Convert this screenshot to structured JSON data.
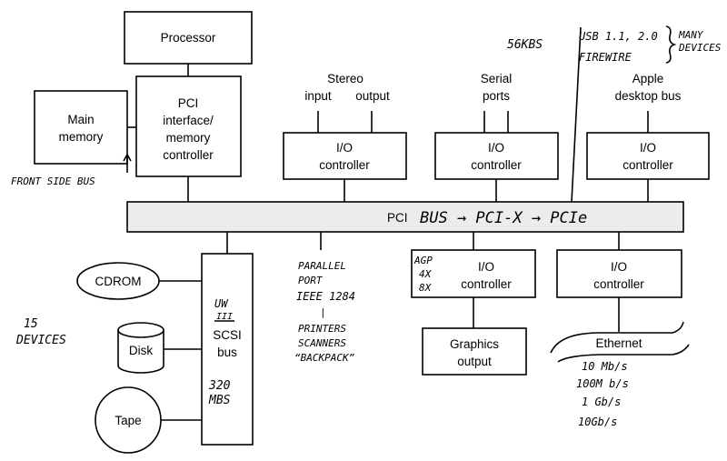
{
  "boxes": {
    "processor": "Processor",
    "main_memory": [
      "Main",
      "memory"
    ],
    "pci_controller": [
      "PCI",
      "interface/",
      "memory",
      "controller"
    ],
    "io_controller": [
      "I/O",
      "controller"
    ],
    "graphics_output": [
      "Graphics",
      "output"
    ],
    "cdrom": "CDROM",
    "disk": "Disk",
    "tape": "Tape",
    "scsi_bus": [
      "SCSI",
      "bus"
    ]
  },
  "labels": {
    "stereo": "Stereo",
    "input": "input",
    "output": "output",
    "serial": [
      "Serial",
      "ports"
    ],
    "apple": [
      "Apple",
      "desktop bus"
    ],
    "pci_bus": "PCI",
    "ethernet": "Ethernet"
  },
  "handwritten": {
    "front_side_bus": "FRONT SIDE BUS",
    "bus_evolution": "BUS → PCI-X → PCIe",
    "speed_56k": "56KBS",
    "usb": "USB 1.1, 2.0",
    "firewire": "FIREWIRE",
    "many_devices": [
      "MANY",
      "DEVICES"
    ],
    "parallel": [
      "PARALLEL",
      "PORT",
      "IEEE 1284",
      "|",
      "PRINTERS",
      "SCANNERS",
      "“BACKPACK”"
    ],
    "devices_15": [
      "15",
      "DEVICES"
    ],
    "uw": [
      "UW",
      "III"
    ],
    "scsi_speed": [
      "320",
      "MBS"
    ],
    "agp": [
      "AGP",
      "4X",
      "8X"
    ],
    "ethernet_speeds": [
      "10 Mb/s",
      "100M b/s",
      "1 Gb/s",
      "10Gb/s"
    ]
  }
}
